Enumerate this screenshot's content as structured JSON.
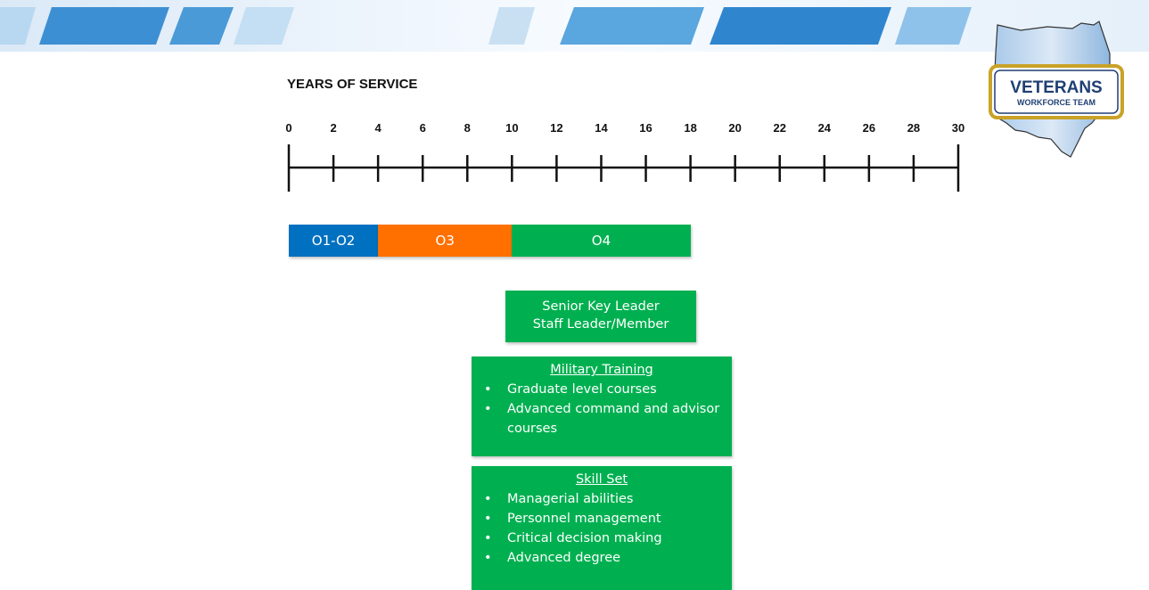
{
  "title": "YEARS OF SERVICE",
  "ticks": [
    0,
    2,
    4,
    6,
    8,
    10,
    12,
    14,
    16,
    18,
    20,
    22,
    24,
    26,
    28,
    30
  ],
  "ranks": [
    {
      "label": "O1-O2",
      "start": 0,
      "end": 4,
      "color": "#0070c0"
    },
    {
      "label": "O3",
      "start": 4,
      "end": 10,
      "color": "#ff7000"
    },
    {
      "label": "O4",
      "start": 10,
      "end": 18,
      "color": "#00b050"
    }
  ],
  "leader": {
    "line1": "Senior Key Leader",
    "line2": "Staff Leader/Member"
  },
  "training": {
    "heading": "Military Training",
    "items": [
      "Graduate level courses",
      "Advanced command and advisor courses"
    ]
  },
  "skills": {
    "heading": "Skill Set",
    "items": [
      "Managerial abilities",
      "Personnel management",
      "Critical decision making",
      "Advanced degree"
    ]
  },
  "logo": {
    "line1": "VETERANS",
    "line2": "WORKFORCE TEAM"
  },
  "colors": {
    "blue": "#0070c0",
    "orange": "#ff7000",
    "green": "#00b050",
    "banner": "#7ab8e6"
  }
}
